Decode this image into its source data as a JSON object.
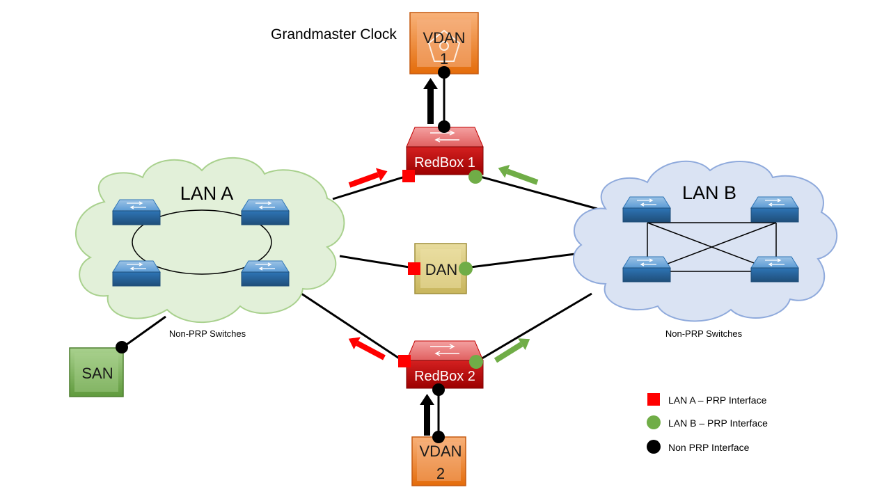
{
  "labels": {
    "grandmaster": "Grandmaster Clock",
    "vdan1_line1": "VDAN",
    "vdan1_line2": "1",
    "vdan2_line1": "VDAN",
    "vdan2_line2": "2",
    "redbox1": "RedBox 1",
    "redbox2": "RedBox 2",
    "dan": "DAN",
    "san": "SAN",
    "lan_a": "LAN A",
    "lan_b": "LAN B",
    "lan_a_caption": "Non-PRP Switches",
    "lan_b_caption": "Non-PRP Switches"
  },
  "legend": {
    "items": [
      {
        "label": "LAN A – PRP Interface",
        "shape": "square",
        "color": "#ff0000"
      },
      {
        "label": "LAN B – PRP Interface",
        "shape": "circle",
        "color": "#70ad47"
      },
      {
        "label": "Non PRP Interface",
        "shape": "circle",
        "color": "#000000"
      }
    ]
  },
  "colors": {
    "lan_a_fill": "#e2f0d9",
    "lan_a_stroke": "#a9d18e",
    "lan_b_fill": "#dae3f3",
    "lan_b_stroke": "#8faadc",
    "redbox": "#c00000",
    "vdan": "#ed7d31",
    "dan": "#d6c77a",
    "san": "#70ad47",
    "switch": "#2e75b6"
  }
}
